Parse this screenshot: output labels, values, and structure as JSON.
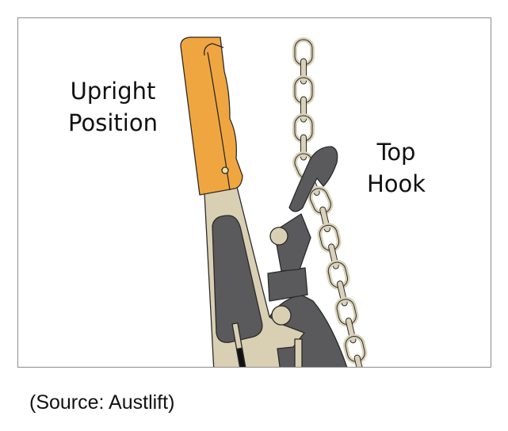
{
  "labels": {
    "upright_line1": "Upright",
    "upright_line2": "Position",
    "top_line1": "Top",
    "top_line2": "Hook"
  },
  "caption": "(Source: Austlift)",
  "colors": {
    "handle": "#F0A640",
    "body": "#D9CFB3",
    "dark_metal": "#5A5A5C",
    "chain": "#DAD1B8",
    "outline": "#2a2a2a",
    "frame": "#8c8c8c"
  }
}
